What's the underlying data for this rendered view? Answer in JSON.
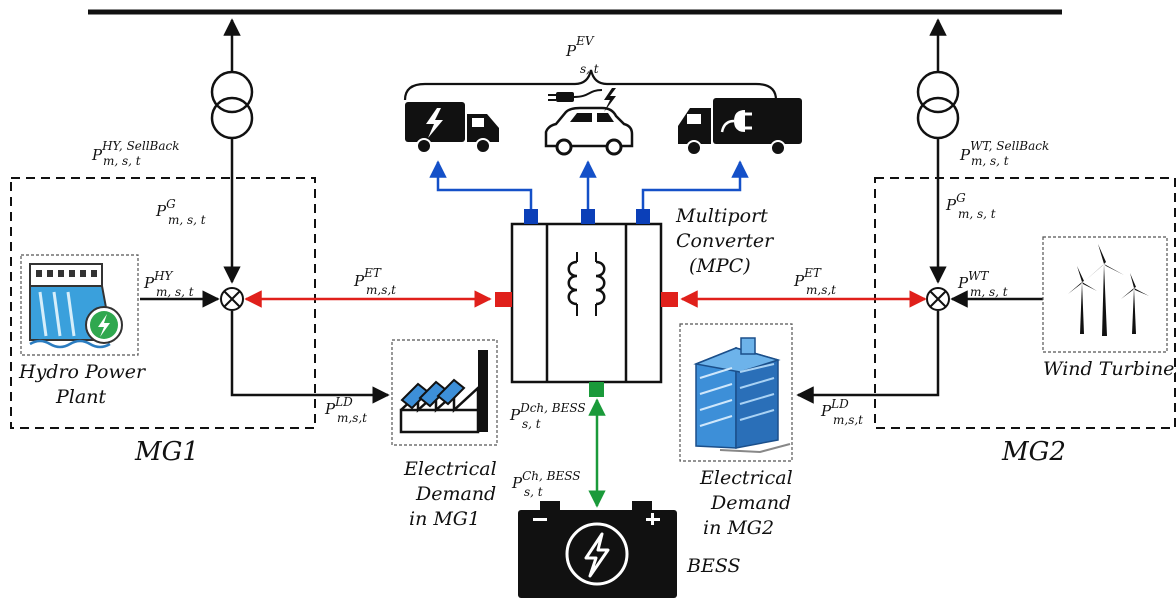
{
  "labels": {
    "mg1": "MG1",
    "mg2": "MG2",
    "hydro_line1": "Hydro Power",
    "hydro_line2": "Plant",
    "wind": "Wind Turbines",
    "mpc_line1": "Multiport",
    "mpc_line2": "Converter",
    "mpc_line3": "(MPC)",
    "demand1_line1": "Electrical",
    "demand1_line2": "Demand",
    "demand1_line3": "in MG1",
    "demand2_line1": "Electrical",
    "demand2_line2": "Demand",
    "demand2_line3": "in MG2",
    "bess": "BESS"
  },
  "symbols": {
    "ev": {
      "base": "P",
      "sup": "EV",
      "sub": "s, t"
    },
    "hy_sellback": {
      "base": "P",
      "sup": "HY, SellBack",
      "sub": "m, s, t"
    },
    "wt_sellback": {
      "base": "P",
      "sup": "WT, SellBack",
      "sub": "m, s, t"
    },
    "g_left": {
      "base": "P",
      "sup": "G",
      "sub": "m, s, t"
    },
    "g_right": {
      "base": "P",
      "sup": "G",
      "sub": "m, s, t"
    },
    "hy": {
      "base": "P",
      "sup": "HY",
      "sub": "m, s, t"
    },
    "wt": {
      "base": "P",
      "sup": "WT",
      "sub": "m, s, t"
    },
    "et_left": {
      "base": "P",
      "sup": "ET",
      "sub": "m,s,t"
    },
    "et_right": {
      "base": "P",
      "sup": "ET",
      "sub": "m,s,t"
    },
    "ld_left": {
      "base": "P",
      "sup": "LD",
      "sub": "m,s,t"
    },
    "ld_right": {
      "base": "P",
      "sup": "LD",
      "sub": "m,s,t"
    },
    "dch": {
      "base": "P",
      "sup": "Dch, BESS",
      "sub": "s, t"
    },
    "ch": {
      "base": "P",
      "sup": "Ch, BESS",
      "sub": "s, t"
    }
  },
  "colors": {
    "line": "#111111",
    "exchange": "#e0201b",
    "ev_link": "#1450c8",
    "bess_link": "#1a9a3a",
    "port_blue": "#0b3fb8",
    "port_red": "#e0201b",
    "port_green": "#1a9a3a",
    "building": "#3d8fd8",
    "hydro": "#3aa0dc",
    "hydro_badge": "#2fa84f"
  },
  "icons": [
    "electric-truck-icon",
    "electric-car-icon",
    "charging-truck-icon",
    "hydro-plant-icon",
    "wind-turbines-icon",
    "factory-icon",
    "building-icon",
    "battery-icon",
    "transformer-icon",
    "coupling-node-icon"
  ]
}
